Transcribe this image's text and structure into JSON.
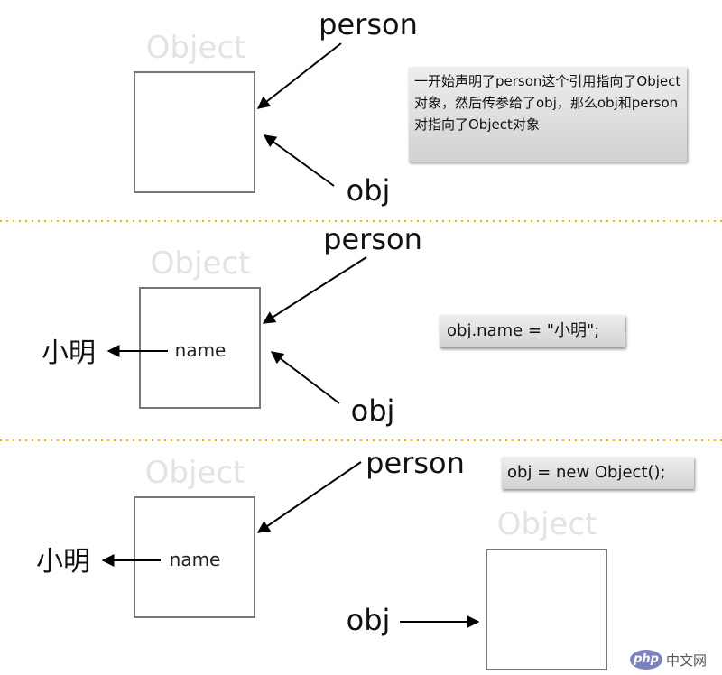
{
  "panel1": {
    "object_label": "Object",
    "person_label": "person",
    "obj_label": "obj",
    "note": "一开始声明了person这个引用指向了Object对象，然后传参给了obj，那么obj和person对指向了Object对象"
  },
  "panel2": {
    "object_label": "Object",
    "person_label": "person",
    "obj_label": "obj",
    "property_label": "name",
    "value_label": "小明",
    "code": "obj.name = \"小明\";"
  },
  "panel3": {
    "object_label": "Object",
    "new_object_label": "Object",
    "person_label": "person",
    "obj_label": "obj",
    "property_label": "name",
    "value_label": "小明",
    "code": "obj = new Object();"
  },
  "watermark": {
    "logo": "php",
    "text": "中文网"
  },
  "colors": {
    "divider": "#f0b000",
    "faded_label": "#e3e3e3",
    "box_stroke": "#777777",
    "note_bg": "#e2e2e2"
  }
}
